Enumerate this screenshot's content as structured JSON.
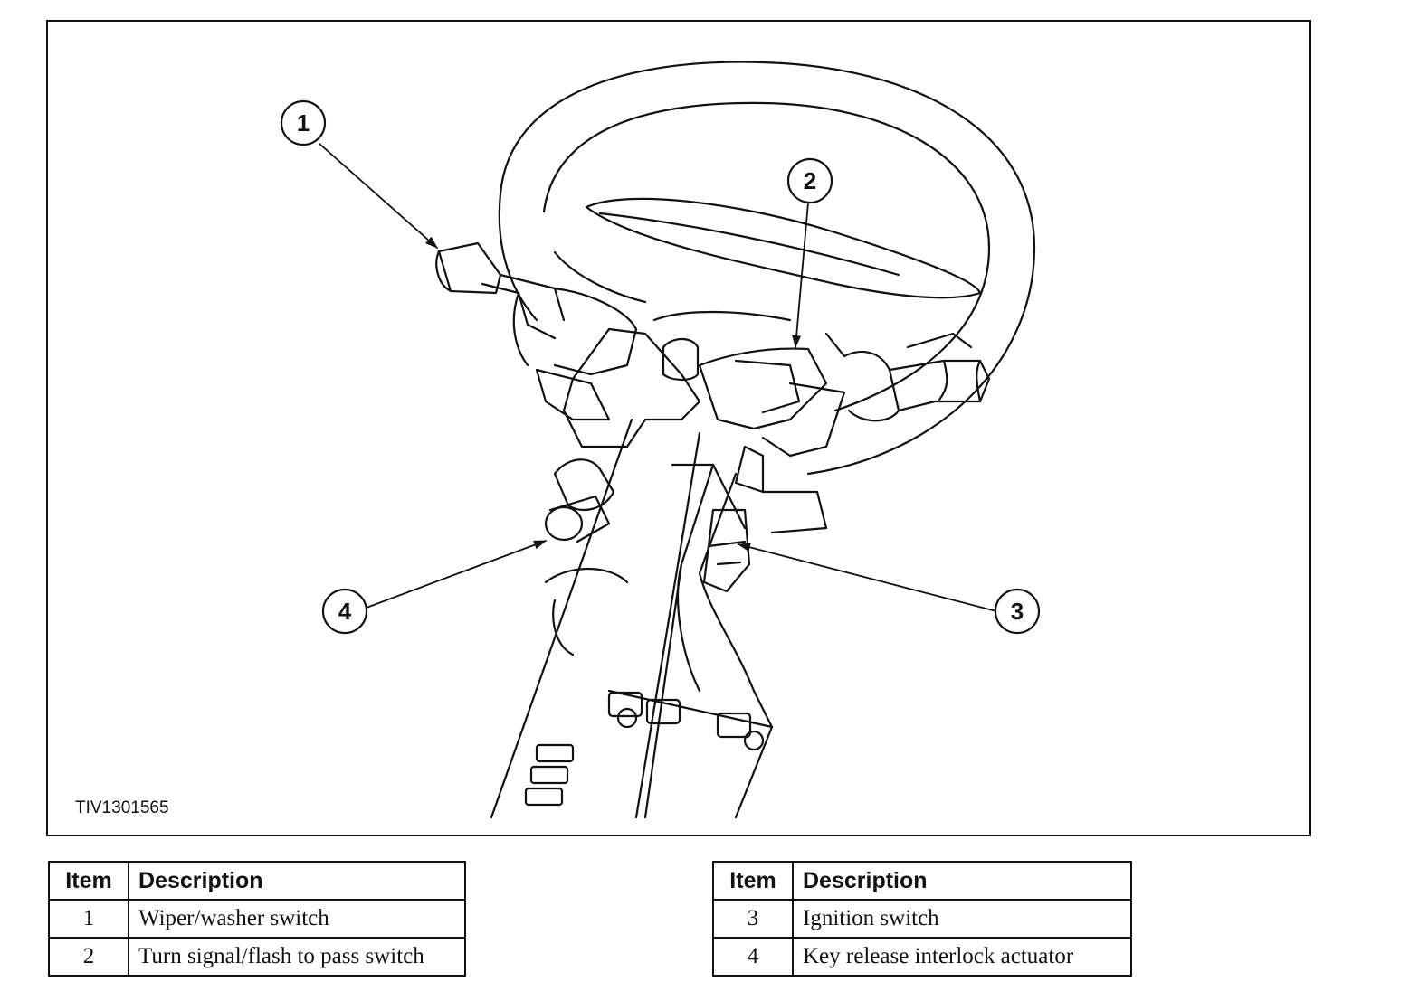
{
  "figure": {
    "code": "TIV1301565",
    "callouts": [
      "1",
      "2",
      "3",
      "4"
    ]
  },
  "legend": {
    "header_item": "Item",
    "header_description": "Description",
    "left_rows": [
      {
        "item": "1",
        "description": "Wiper/washer switch"
      },
      {
        "item": "2",
        "description": "Turn signal/flash to pass switch"
      }
    ],
    "right_rows": [
      {
        "item": "3",
        "description": "Ignition switch"
      },
      {
        "item": "4",
        "description": "Key release interlock actuator"
      }
    ]
  }
}
